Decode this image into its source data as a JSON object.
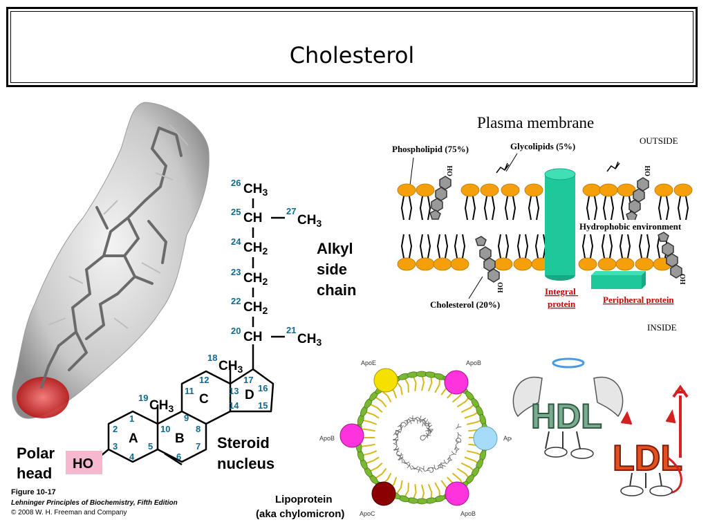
{
  "slide": {
    "title": "Cholesterol"
  },
  "structure": {
    "chain": [
      {
        "num": "26",
        "group": "CH",
        "sub": "3"
      },
      {
        "num": "25",
        "group": "CH",
        "sub": ""
      },
      {
        "num": "24",
        "group": "CH",
        "sub": "2"
      },
      {
        "num": "23",
        "group": "CH",
        "sub": "2"
      },
      {
        "num": "22",
        "group": "CH",
        "sub": "2"
      },
      {
        "num": "20",
        "group": "CH",
        "sub": ""
      }
    ],
    "branch_25": {
      "num": "27",
      "group": "CH",
      "sub": "3"
    },
    "branch_20": {
      "num": "21",
      "group": "CH",
      "sub": "3"
    },
    "methyl_18": {
      "num": "18",
      "group": "CH",
      "sub": "3"
    },
    "methyl_19": {
      "num": "19",
      "group": "CH",
      "sub": "3"
    },
    "ring_labels": [
      "A",
      "B",
      "C",
      "D"
    ],
    "ring_numbers": [
      "1",
      "2",
      "3",
      "4",
      "5",
      "6",
      "7",
      "8",
      "9",
      "10",
      "11",
      "12",
      "13",
      "14",
      "15",
      "16",
      "17"
    ],
    "hydroxyl": "HO",
    "alkyl_label": [
      "Alkyl",
      "side",
      "chain"
    ],
    "steroid_label": [
      "Steroid",
      "nucleus"
    ],
    "polar_label": [
      "Polar",
      "head"
    ],
    "figure_title": "Figure 10-17",
    "figure_book": "Lehninger Principles of Biochemistry, Fifth Edition",
    "figure_copyright": "© 2008 W. H. Freeman and Company"
  },
  "membrane": {
    "title": "Plasma membrane",
    "outside": "OUTSIDE",
    "inside": "INSIDE",
    "phospholipid": "Phospholipid (75%)",
    "glycolipids": "Glycolipids (5%)",
    "hydrophobic": "Hydrophobic environment",
    "cholesterol": "Cholesterol (20%)",
    "integral": [
      "Integral",
      "protein"
    ],
    "peripheral": "Peripheral protein",
    "oh": "OH",
    "colors": {
      "head": "#f5a00a",
      "protein": "#1ec89a",
      "red": "#cc0000"
    }
  },
  "lipoprotein": {
    "caption": [
      "Lipoprotein",
      "(aka chylomicron)"
    ],
    "apos": [
      "ApoE",
      "ApoB",
      "ApoB",
      "ApoA",
      "ApoC",
      "ApoB"
    ],
    "colors": {
      "apoE": "#f5e000",
      "apoB": "#ff33dd",
      "apoA": "#a6dcf5",
      "apoC": "#8b0000",
      "shell": "#7ab832"
    }
  },
  "cartoon": {
    "hdl": "HDL",
    "ldl": "LDL"
  }
}
